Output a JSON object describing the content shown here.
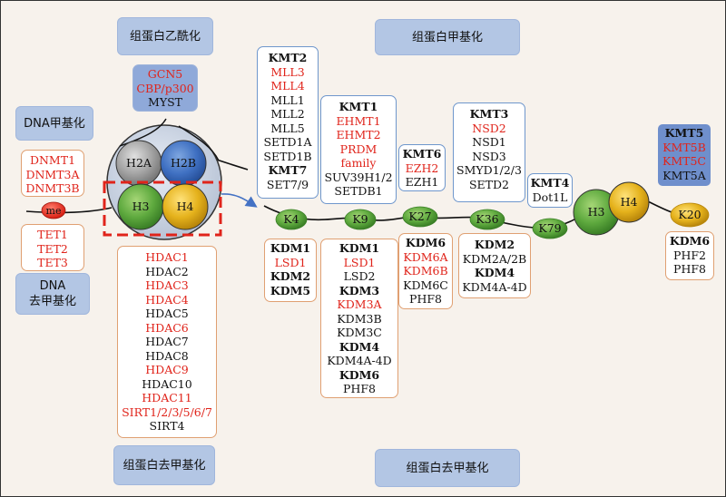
{
  "headers": {
    "acetylation": "组蛋白乙酰化",
    "methylation": "组蛋白甲基化",
    "dna_methylation": "DNA甲基化",
    "dna_demethylation": [
      "DNA",
      "去甲基化"
    ],
    "demethylation_left": "组蛋白去甲基化",
    "demethylation_right": "组蛋白去甲基化"
  },
  "histones": {
    "h2a": "H2A",
    "h2b": "H2B",
    "h3": "H3",
    "h4": "H4",
    "me": "me"
  },
  "sites": {
    "k4": "K4",
    "k9": "K9",
    "k27": "K27",
    "k36": "K36",
    "k79": "K79",
    "k20": "K20"
  },
  "colors": {
    "red_text": "#e0241b",
    "box_blue": "#6f97cc",
    "box_orange": "#e0a072",
    "header_fill": "#b3c6e4"
  },
  "boxes": [
    {
      "id": "hat",
      "lines": [
        {
          "t": "GCN5",
          "c": "red"
        },
        {
          "t": "CBP/p300",
          "c": "red"
        },
        {
          "t": "MYST",
          "c": ""
        }
      ]
    },
    {
      "id": "dnmt",
      "lines": [
        {
          "t": "DNMT1",
          "c": "red"
        },
        {
          "t": "DNMT3A",
          "c": "red"
        },
        {
          "t": "DNMT3B",
          "c": "red"
        }
      ]
    },
    {
      "id": "tet",
      "lines": [
        {
          "t": "TET1",
          "c": "red"
        },
        {
          "t": "TET2",
          "c": "red"
        },
        {
          "t": "TET3",
          "c": "red"
        }
      ]
    },
    {
      "id": "hdac",
      "lines": [
        {
          "t": "HDAC1",
          "c": "red"
        },
        {
          "t": "HDAC2",
          "c": ""
        },
        {
          "t": "HDAC3",
          "c": "red"
        },
        {
          "t": "HDAC4",
          "c": "red"
        },
        {
          "t": "HDAC5",
          "c": ""
        },
        {
          "t": "HDAC6",
          "c": "red"
        },
        {
          "t": "HDAC7",
          "c": ""
        },
        {
          "t": "HDAC8",
          "c": ""
        },
        {
          "t": "HDAC9",
          "c": "red"
        },
        {
          "t": "HDAC10",
          "c": ""
        },
        {
          "t": "HDAC11",
          "c": "red"
        },
        {
          "t": "SIRT1/2/3/5/6/7",
          "c": "red"
        },
        {
          "t": "SIRT4",
          "c": ""
        }
      ]
    },
    {
      "id": "kmt2",
      "lines": [
        {
          "t": "KMT2",
          "c": "bold"
        },
        {
          "t": "MLL3",
          "c": "red"
        },
        {
          "t": "MLL4",
          "c": "red"
        },
        {
          "t": "MLL1",
          "c": ""
        },
        {
          "t": "MLL2",
          "c": ""
        },
        {
          "t": "MLL5",
          "c": ""
        },
        {
          "t": "SETD1A",
          "c": ""
        },
        {
          "t": "SETD1B",
          "c": ""
        },
        {
          "t": "KMT7",
          "c": "bold"
        },
        {
          "t": "SET7/9",
          "c": ""
        }
      ]
    },
    {
      "id": "kmt1",
      "lines": [
        {
          "t": "KMT1",
          "c": "bold"
        },
        {
          "t": "EHMT1",
          "c": "red"
        },
        {
          "t": "EHMT2",
          "c": "red"
        },
        {
          "t": "PRDM",
          "c": "red"
        },
        {
          "t": "family",
          "c": "red"
        },
        {
          "t": "SUV39H1/2",
          "c": ""
        },
        {
          "t": "SETDB1",
          "c": ""
        }
      ]
    },
    {
      "id": "kmt6",
      "lines": [
        {
          "t": "KMT6",
          "c": "bold"
        },
        {
          "t": "EZH2",
          "c": "red"
        },
        {
          "t": "EZH1",
          "c": ""
        }
      ]
    },
    {
      "id": "kmt3",
      "lines": [
        {
          "t": "KMT3",
          "c": "bold"
        },
        {
          "t": "NSD2",
          "c": "red"
        },
        {
          "t": "NSD1",
          "c": ""
        },
        {
          "t": "NSD3",
          "c": ""
        },
        {
          "t": "SMYD1/2/3",
          "c": ""
        },
        {
          "t": "SETD2",
          "c": ""
        }
      ]
    },
    {
      "id": "kmt4",
      "lines": [
        {
          "t": "KMT4",
          "c": "bold"
        },
        {
          "t": "Dot1L",
          "c": ""
        }
      ]
    },
    {
      "id": "kmt5",
      "lines": [
        {
          "t": "KMT5",
          "c": "bold"
        },
        {
          "t": "KMT5B",
          "c": "red"
        },
        {
          "t": "KMT5C",
          "c": "red"
        },
        {
          "t": "KMT5A",
          "c": ""
        }
      ]
    },
    {
      "id": "kdm_k4",
      "lines": [
        {
          "t": "KDM1",
          "c": "bold"
        },
        {
          "t": "LSD1",
          "c": "red"
        },
        {
          "t": "KDM2",
          "c": "bold"
        },
        {
          "t": "KDM5",
          "c": "bold"
        }
      ]
    },
    {
      "id": "kdm_k9",
      "lines": [
        {
          "t": "KDM1",
          "c": "bold"
        },
        {
          "t": "LSD1",
          "c": "red"
        },
        {
          "t": "LSD2",
          "c": ""
        },
        {
          "t": "KDM3",
          "c": "bold"
        },
        {
          "t": "KDM3A",
          "c": "red"
        },
        {
          "t": "KDM3B",
          "c": ""
        },
        {
          "t": "KDM3C",
          "c": ""
        },
        {
          "t": "KDM4",
          "c": "bold"
        },
        {
          "t": "KDM4A-4D",
          "c": ""
        },
        {
          "t": "KDM6",
          "c": "bold"
        },
        {
          "t": "PHF8",
          "c": ""
        }
      ]
    },
    {
      "id": "kdm_k27",
      "lines": [
        {
          "t": "KDM6",
          "c": "bold"
        },
        {
          "t": "KDM6A",
          "c": "red"
        },
        {
          "t": "KDM6B",
          "c": "red"
        },
        {
          "t": "KDM6C",
          "c": ""
        },
        {
          "t": "PHF8",
          "c": ""
        }
      ]
    },
    {
      "id": "kdm_k36",
      "lines": [
        {
          "t": "KDM2",
          "c": "bold"
        },
        {
          "t": "KDM2A/2B",
          "c": ""
        },
        {
          "t": "KDM4",
          "c": "bold"
        },
        {
          "t": "KDM4A-4D",
          "c": ""
        }
      ]
    },
    {
      "id": "kdm_k20",
      "lines": [
        {
          "t": "KDM6",
          "c": "bold"
        },
        {
          "t": "PHF2",
          "c": ""
        },
        {
          "t": "PHF8",
          "c": ""
        }
      ]
    }
  ]
}
